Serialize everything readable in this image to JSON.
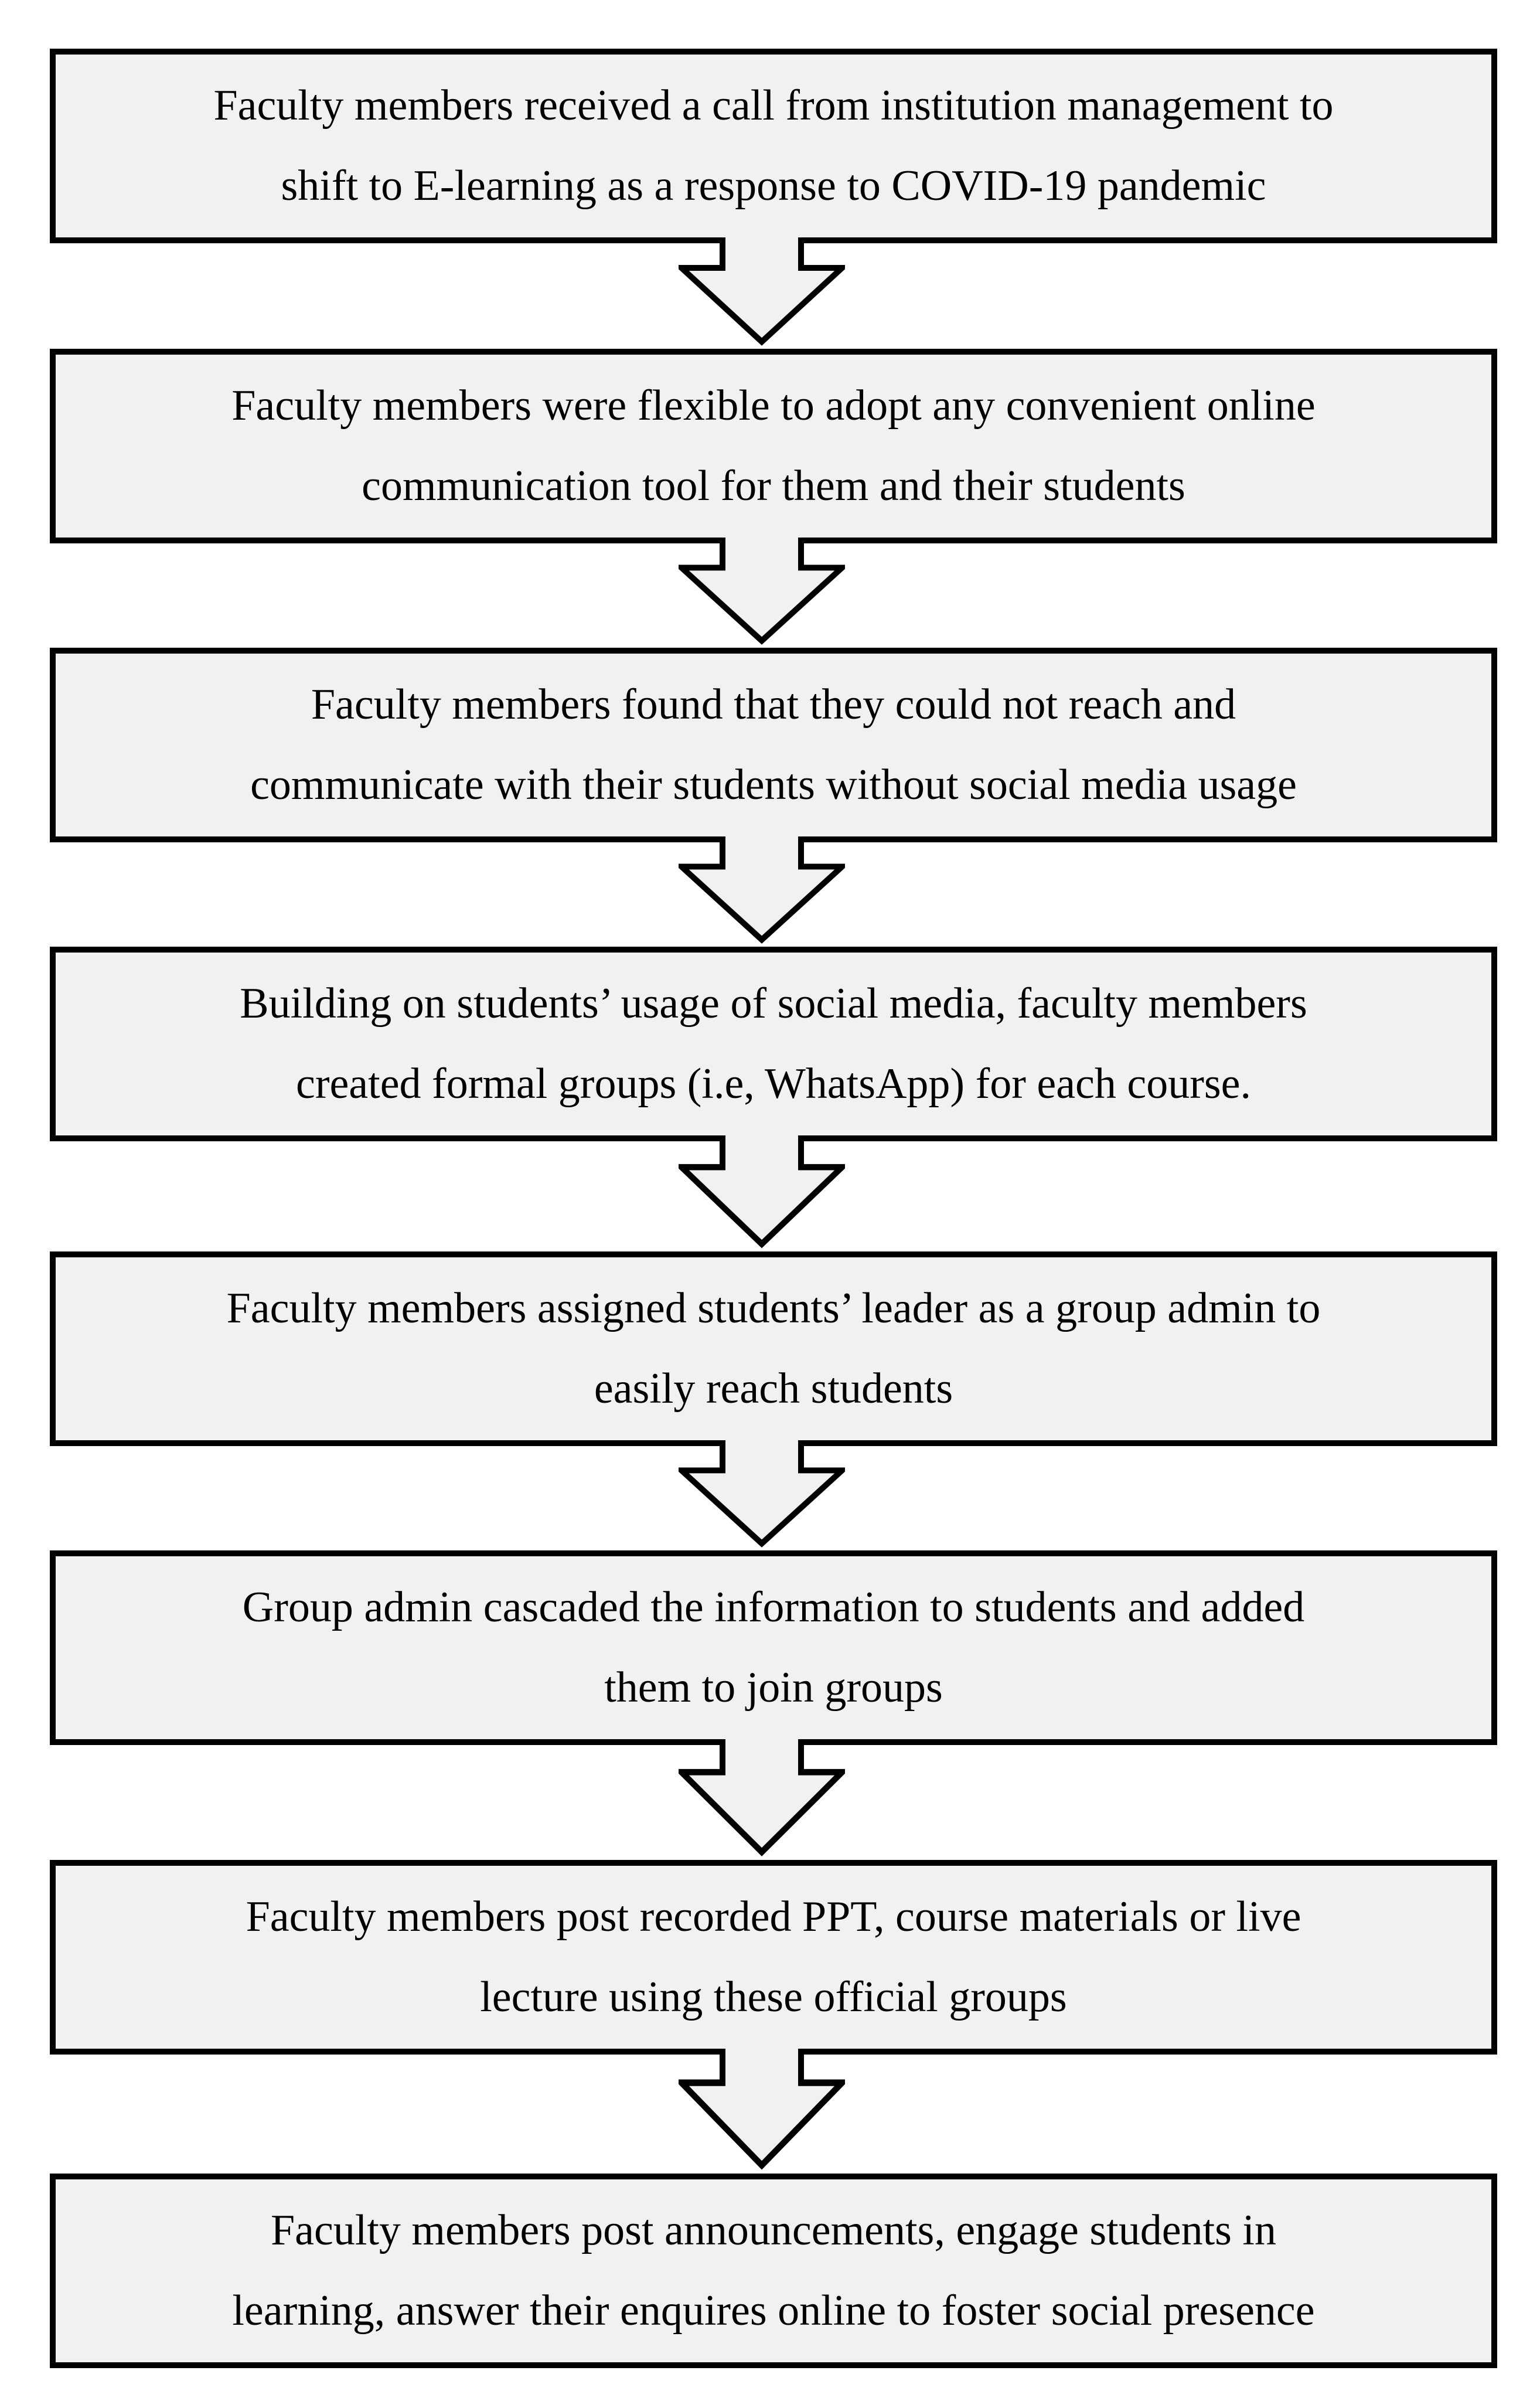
{
  "figure": {
    "type": "flowchart",
    "direction": "top-to-bottom",
    "background": "#ffffff",
    "box_fill": "#f1f1f1",
    "box_border": "#000000",
    "text_color": "#000000"
  },
  "icons": {
    "down_arrow": "block-down-arrow-outline"
  },
  "steps": [
    {
      "text": "Faculty members received a call from institution management to\nshift to E-learning as a response to COVID-19 pandemic"
    },
    {
      "text": "Faculty members were flexible to adopt any convenient online\ncommunication tool for them and their students"
    },
    {
      "text": "Faculty members found that they could not reach and\ncommunicate with their students without social media usage"
    },
    {
      "text": "Building on students’ usage of social media, faculty members\ncreated formal groups (i.e, WhatsApp) for each course."
    },
    {
      "text": "Faculty members assigned students’ leader as a group admin to\neasily reach students"
    },
    {
      "text": "Group admin cascaded the information to students and added\nthem to join groups"
    },
    {
      "text": "Faculty members post recorded PPT, course materials or live\nlecture using these official groups"
    },
    {
      "text": "Faculty members post announcements, engage students in\nlearning, answer their enquires online to foster social presence"
    }
  ]
}
